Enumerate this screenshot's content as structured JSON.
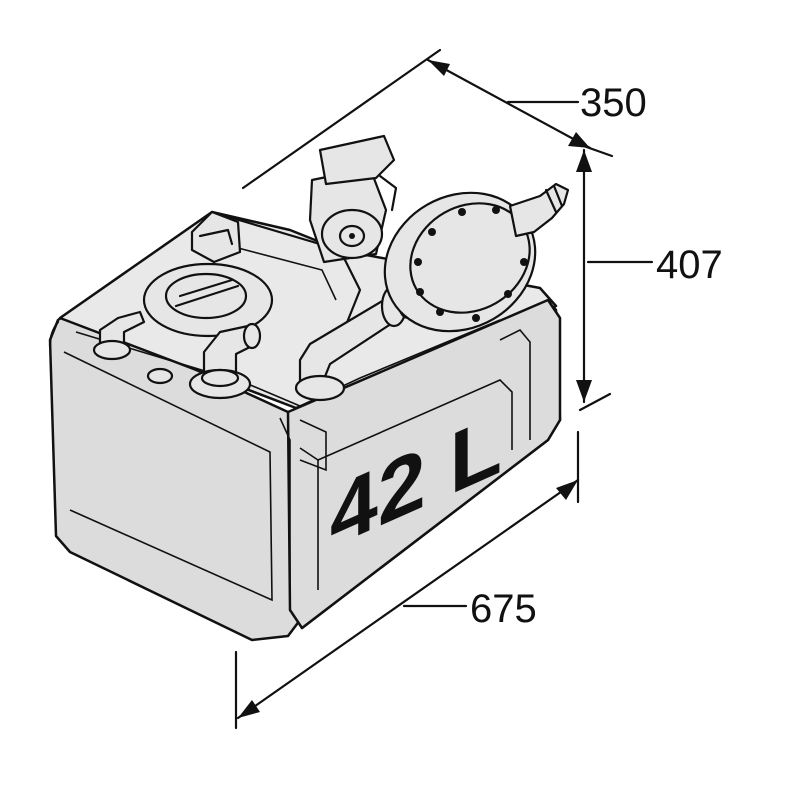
{
  "drawing": {
    "capacity_label": "42 L",
    "dimensions": {
      "depth": "350",
      "height": "407",
      "length": "675"
    }
  }
}
